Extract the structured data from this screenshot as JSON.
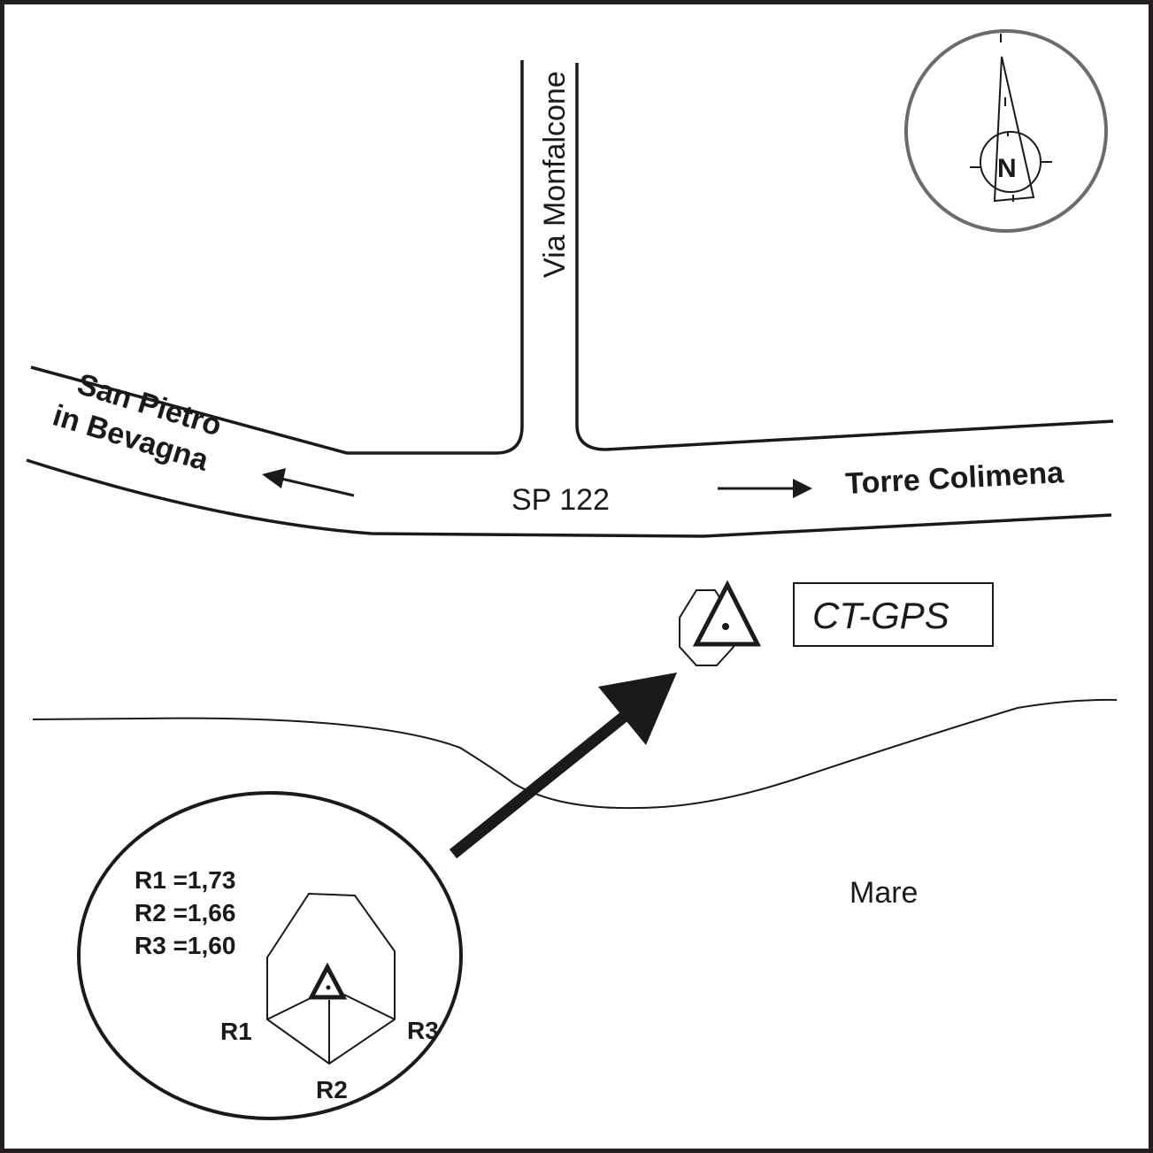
{
  "map": {
    "roads": {
      "main_road_label": "SP 122",
      "side_road_label": "Via Monfalcone",
      "west_destination": "San Pietro\nin Bevagna",
      "west_destination_line1": "San Pietro",
      "west_destination_line2": "in Bevagna",
      "east_destination": "Torre Colimena"
    },
    "station": {
      "label": "CT-GPS"
    },
    "sea_label": "Mare",
    "compass": {
      "north_label": "N"
    },
    "inset": {
      "measurements": [
        {
          "name": "R1",
          "value": "1,73",
          "text": "R1 =1,73"
        },
        {
          "name": "R2",
          "value": "1,66",
          "text": "R2 =1,66"
        },
        {
          "name": "R3",
          "value": "1,60",
          "text": "R3 =1,60"
        }
      ],
      "ref_labels": [
        "R1",
        "R2",
        "R3"
      ]
    },
    "colors": {
      "ink": "#1a1a1a",
      "compass_ring": "#6b6b6b",
      "background": "#ffffff"
    }
  }
}
